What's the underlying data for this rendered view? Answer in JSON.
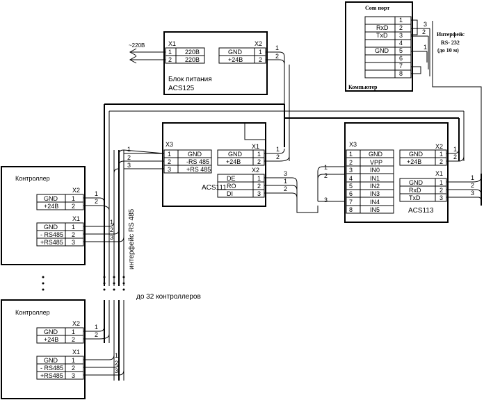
{
  "power": {
    "name_line1": "Блок питания",
    "name_line2": "ACS125",
    "x1": "X1",
    "x2": "X2",
    "x1_rows": [
      [
        "1",
        "220В"
      ],
      [
        "2",
        "220В"
      ]
    ],
    "x2_rows": [
      [
        "GND",
        "1"
      ],
      [
        "+24В",
        "2"
      ]
    ],
    "mains": "~220В",
    "wire1": "1",
    "wire2": "2"
  },
  "computer": {
    "title": "Com порт",
    "footer": "Компьютер",
    "rows": [
      [
        "",
        "1"
      ],
      [
        "RxD",
        "2"
      ],
      [
        "TxD",
        "3"
      ],
      [
        "",
        "4"
      ],
      [
        "GND",
        "5"
      ],
      [
        "",
        "6"
      ],
      [
        "",
        "7"
      ],
      [
        "",
        "8"
      ]
    ],
    "iface_line1": "Интерфейс",
    "iface_line2": "RS- 232",
    "iface_line3": "(до 10 м)",
    "wire3": "3",
    "wire2": "2",
    "wire1": "1"
  },
  "acs111": {
    "name": "ACS111",
    "x3": "X3",
    "x1": "X1",
    "x2": "X2",
    "x3_rows": [
      [
        "1",
        "GND"
      ],
      [
        "2",
        "-RS 485"
      ],
      [
        "3",
        "+RS 485"
      ]
    ],
    "x1_rows": [
      [
        "GND",
        "1"
      ],
      [
        "+24В",
        "2"
      ]
    ],
    "x2_rows": [
      [
        "DE",
        "1"
      ],
      [
        "RO",
        "2"
      ],
      [
        "DI",
        "3"
      ]
    ],
    "w1": "1",
    "w2": "2",
    "w3": "3"
  },
  "acs113": {
    "name": "ACS113",
    "x3": "X3",
    "x2": "X2",
    "x1": "X1",
    "x3_rows": [
      [
        "1",
        "GND"
      ],
      [
        "2",
        "VPP"
      ],
      [
        "3",
        "IN0"
      ],
      [
        "4",
        "IN1"
      ],
      [
        "5",
        "IN2"
      ],
      [
        "6",
        "IN3"
      ],
      [
        "7",
        "IN4"
      ],
      [
        "8",
        "IN5"
      ]
    ],
    "x2_rows": [
      [
        "GND",
        "1"
      ],
      [
        "+24В",
        "2"
      ]
    ],
    "x1_rows": [
      [
        "GND",
        "1"
      ],
      [
        "RxD",
        "2"
      ],
      [
        "TxD",
        "3"
      ]
    ],
    "w1": "1",
    "w2": "2",
    "w3": "3"
  },
  "controller1": {
    "name": "Контроллер",
    "x2": "X2",
    "x1": "X1",
    "x2_rows": [
      [
        "GND",
        "1"
      ],
      [
        "+24В",
        "2"
      ]
    ],
    "x1_rows": [
      [
        "GND",
        "1"
      ],
      [
        "- RS485",
        "2"
      ],
      [
        "+RS485",
        "3"
      ]
    ],
    "w1": "1",
    "w2": "2",
    "w3": "3"
  },
  "controller2": {
    "name": "Контроллер",
    "x2": "X2",
    "x1": "X1",
    "x2_rows": [
      [
        "GND",
        "1"
      ],
      [
        "+24В",
        "2"
      ]
    ],
    "x1_rows": [
      [
        "GND",
        "1"
      ],
      [
        "- RS485",
        "2"
      ],
      [
        "+RS485",
        "3"
      ]
    ],
    "w1": "1",
    "w2": "2",
    "w3": "3"
  },
  "bus": {
    "label": "интерфейс RS 485",
    "count_note": "до 32 контроллеров",
    "w1": "1",
    "w2": "2",
    "w3": "3"
  }
}
